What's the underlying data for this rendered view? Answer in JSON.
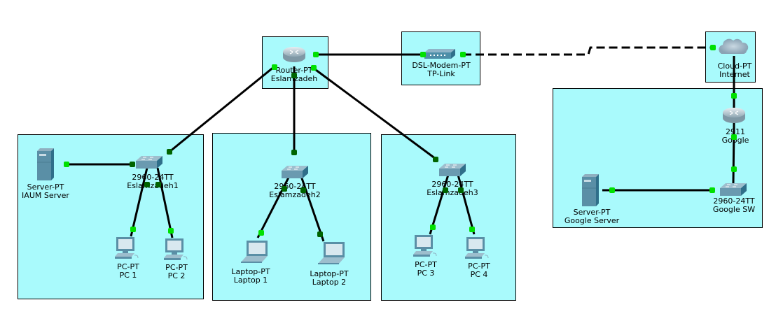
{
  "areas": [
    {
      "name": "area-router"
    },
    {
      "name": "area-modem"
    },
    {
      "name": "area-cloud"
    },
    {
      "name": "area-lan1"
    },
    {
      "name": "area-lan2"
    },
    {
      "name": "area-lan3"
    },
    {
      "name": "area-google"
    }
  ],
  "devices": {
    "router": {
      "type": "Router-PT",
      "name": "Eslamzadeh"
    },
    "modem": {
      "type": "DSL-Modem-PT",
      "name": "TP-Link"
    },
    "cloud": {
      "type": "Cloud-PT",
      "name": "Internet"
    },
    "sw1": {
      "type": "2960-24TT",
      "name": "Eslamzadeh1"
    },
    "server1": {
      "type": "Server-PT",
      "name": "IAUM Server"
    },
    "pc1": {
      "type": "PC-PT",
      "name": "PC 1"
    },
    "pc2": {
      "type": "PC-PT",
      "name": "PC 2"
    },
    "sw2": {
      "type": "2960-24TT",
      "name": "Eslamzadeh2"
    },
    "laptop1": {
      "type": "Laptop-PT",
      "name": "Laptop 1"
    },
    "laptop2": {
      "type": "Laptop-PT",
      "name": "Laptop 2"
    },
    "sw3": {
      "type": "2960-24TT",
      "name": "Eslamzadeh3"
    },
    "pc3": {
      "type": "PC-PT",
      "name": "PC 3"
    },
    "pc4": {
      "type": "PC-PT",
      "name": "PC 4"
    },
    "gr": {
      "type": "2911",
      "name": "Google"
    },
    "gsw": {
      "type": "2960-24TT",
      "name": "Google SW"
    },
    "gserver": {
      "type": "Server-PT",
      "name": "Google Server"
    }
  },
  "links": [
    {
      "from": "router",
      "to": "modem",
      "style": "solid",
      "status": [
        "up",
        "up"
      ]
    },
    {
      "from": "modem",
      "to": "cloud",
      "style": "dashed",
      "status": [
        "up",
        "up"
      ]
    },
    {
      "from": "router",
      "to": "sw1",
      "style": "solid",
      "status": [
        "up",
        "dark"
      ]
    },
    {
      "from": "router",
      "to": "sw2",
      "style": "solid",
      "status": [
        "dark",
        "dark"
      ]
    },
    {
      "from": "router",
      "to": "sw3",
      "style": "solid",
      "status": [
        "up",
        "dark"
      ]
    },
    {
      "from": "server1",
      "to": "sw1",
      "style": "solid",
      "status": [
        "up",
        "dark"
      ]
    },
    {
      "from": "sw1",
      "to": "pc1",
      "style": "solid",
      "status": [
        "dark",
        "up"
      ]
    },
    {
      "from": "sw1",
      "to": "pc2",
      "style": "solid",
      "status": [
        "dark",
        "up"
      ]
    },
    {
      "from": "sw2",
      "to": "laptop1",
      "style": "solid",
      "status": [
        "dark",
        "up"
      ]
    },
    {
      "from": "sw2",
      "to": "laptop2",
      "style": "solid",
      "status": [
        "dark",
        "dark"
      ]
    },
    {
      "from": "sw3",
      "to": "pc3",
      "style": "solid",
      "status": [
        "dark",
        "up"
      ]
    },
    {
      "from": "sw3",
      "to": "pc4",
      "style": "solid",
      "status": [
        "dark",
        "up"
      ]
    },
    {
      "from": "cloud",
      "to": "gr",
      "style": "solid",
      "status": [
        "up",
        "up"
      ]
    },
    {
      "from": "gr",
      "to": "gsw",
      "style": "solid",
      "status": [
        "up",
        "up"
      ]
    },
    {
      "from": "gserver",
      "to": "gsw",
      "style": "solid",
      "status": [
        "up",
        "up"
      ]
    }
  ],
  "colors": {
    "area_fill": "#a9fafc",
    "link": "#000000",
    "port_up": "#00e000",
    "port_dark": "#006400"
  }
}
